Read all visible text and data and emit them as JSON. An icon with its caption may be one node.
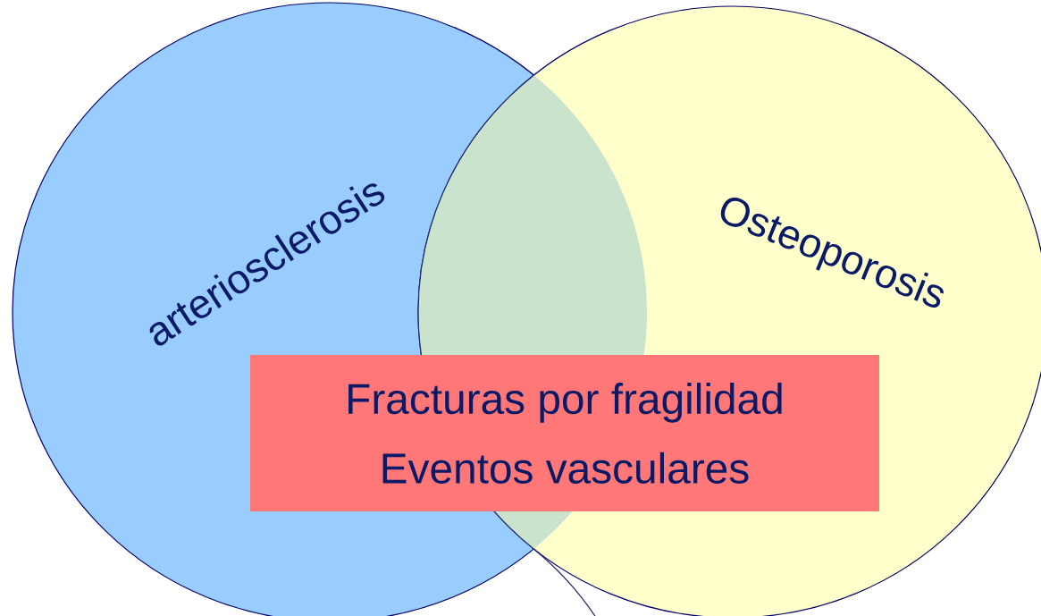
{
  "diagram": {
    "nodes": [
      {
        "text": [
          "arteriosclerosis"
        ]
      },
      {
        "text": [
          "Osteoporosis"
        ]
      },
      {
        "text": [
          "Fracturas por fragilidad",
          "Eventos vasculares"
        ]
      }
    ]
  }
}
